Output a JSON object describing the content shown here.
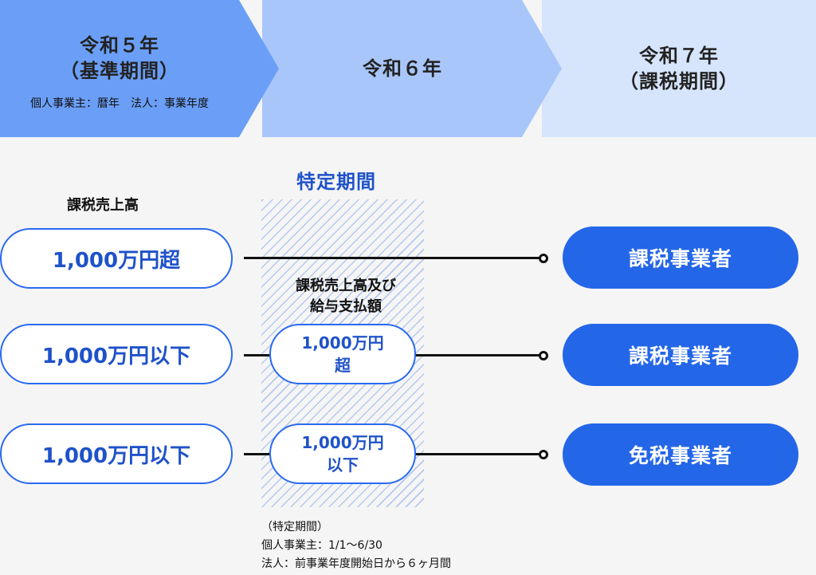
{
  "stages": [
    {
      "title": "令和５年",
      "subtitle": "（基準期間）",
      "note": "個人事業主：暦年　法人：事業年度",
      "color": "#6b9ff7"
    },
    {
      "title": "令和６年",
      "subtitle": "",
      "note": "",
      "color": "#a9c6fa"
    },
    {
      "title": "令和７年",
      "subtitle": "（課税期間）",
      "note": "",
      "color": "#d6e5fc"
    }
  ],
  "specific_period_label": "特定期間",
  "base_column_label": "課税売上高",
  "specific_column_label": [
    "課税売上高及び",
    "給与支払額"
  ],
  "rows": [
    {
      "base": "1,000万円超",
      "specific": null,
      "result": "課税事業者"
    },
    {
      "base": "1,000万円以下",
      "specific": [
        "1,000万円",
        "超"
      ],
      "result": "課税事業者"
    },
    {
      "base": "1,000万円以下",
      "specific": [
        "1,000万円",
        "以下"
      ],
      "result": "免税事業者"
    }
  ],
  "footnote": [
    "（特定期間）",
    "個人事業主：1/1〜6/30",
    "法人：前事業年度開始日から６ヶ月間"
  ],
  "colors": {
    "accent": "#2466e8",
    "outline": "#2a6af0",
    "text_blue": "#1f52c9"
  }
}
